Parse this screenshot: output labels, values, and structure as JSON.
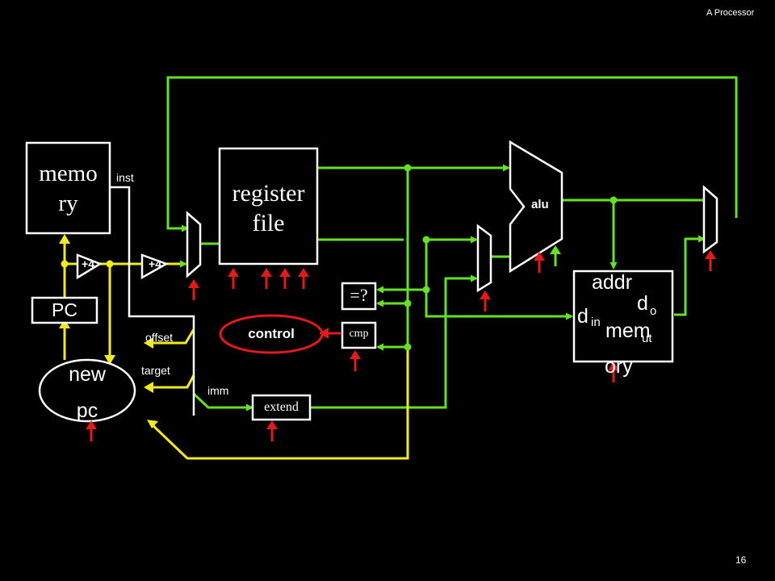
{
  "slide": {
    "header": "A Processor",
    "page_number": "16"
  },
  "colors": {
    "background": "#000000",
    "wire_green": "#66e022",
    "wire_yellow": "#f2ea20",
    "control_red": "#e11a1a",
    "box": "#ffffff"
  },
  "blocks": {
    "memory": {
      "line1": "memo",
      "line2": "ry"
    },
    "register_file": {
      "line1": "register",
      "line2": "file"
    },
    "alu": "alu",
    "data_memory": {
      "addr": "addr",
      "dout_d": "d",
      "dout_sub1": "o",
      "dout_sub2": "ut",
      "din_d": "d",
      "din_sub": "in",
      "mem_line1": "mem",
      "mem_line2": "ory"
    },
    "pc": "PC",
    "new_pc": {
      "line1": "new",
      "line2": "pc"
    },
    "control": "control",
    "cmp": "cmp",
    "eq": "=?",
    "extend": "extend",
    "adder1": "+4",
    "adder2": "+4"
  },
  "wire_labels": {
    "inst": "inst",
    "offset": "offset",
    "target": "target",
    "imm": "imm"
  }
}
